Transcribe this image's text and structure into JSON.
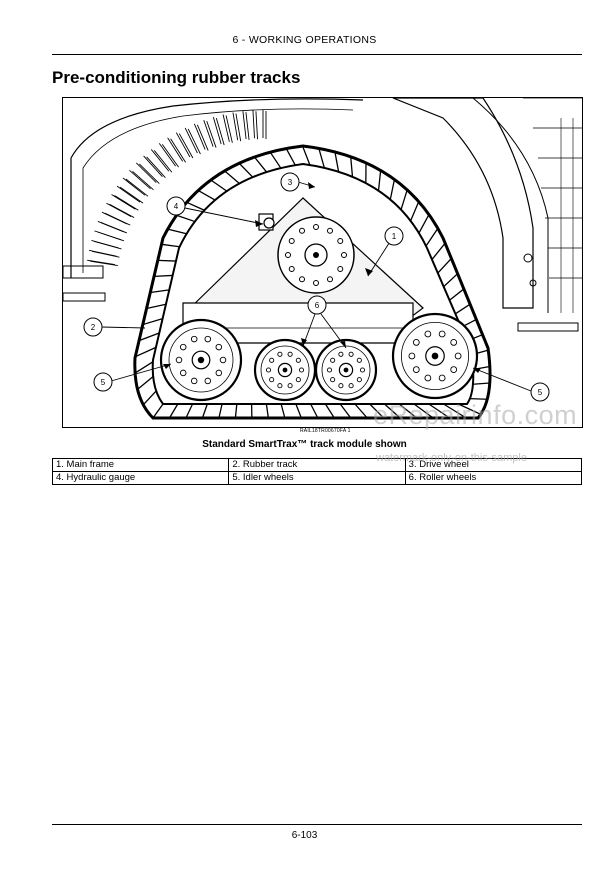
{
  "header": {
    "section": "6 - WORKING OPERATIONS"
  },
  "title": "Pre-conditioning rubber tracks",
  "figure": {
    "reference_code": "RAIL18TR00670FA  1",
    "caption": "Standard SmartTrax™ track module shown",
    "callouts": [
      "1",
      "2",
      "3",
      "4",
      "5",
      "5",
      "6"
    ]
  },
  "legend": {
    "rows": [
      [
        "1.  Main frame",
        "2.  Rubber track",
        "3.  Drive wheel"
      ],
      [
        "4.  Hydraulic gauge",
        "5.  Idler wheels",
        "6.  Roller wheels"
      ]
    ]
  },
  "footer": {
    "page_number": "6-103"
  },
  "watermark": {
    "brand": "eRepairinfo.com",
    "note": "watermark-only-on-this-sample"
  }
}
